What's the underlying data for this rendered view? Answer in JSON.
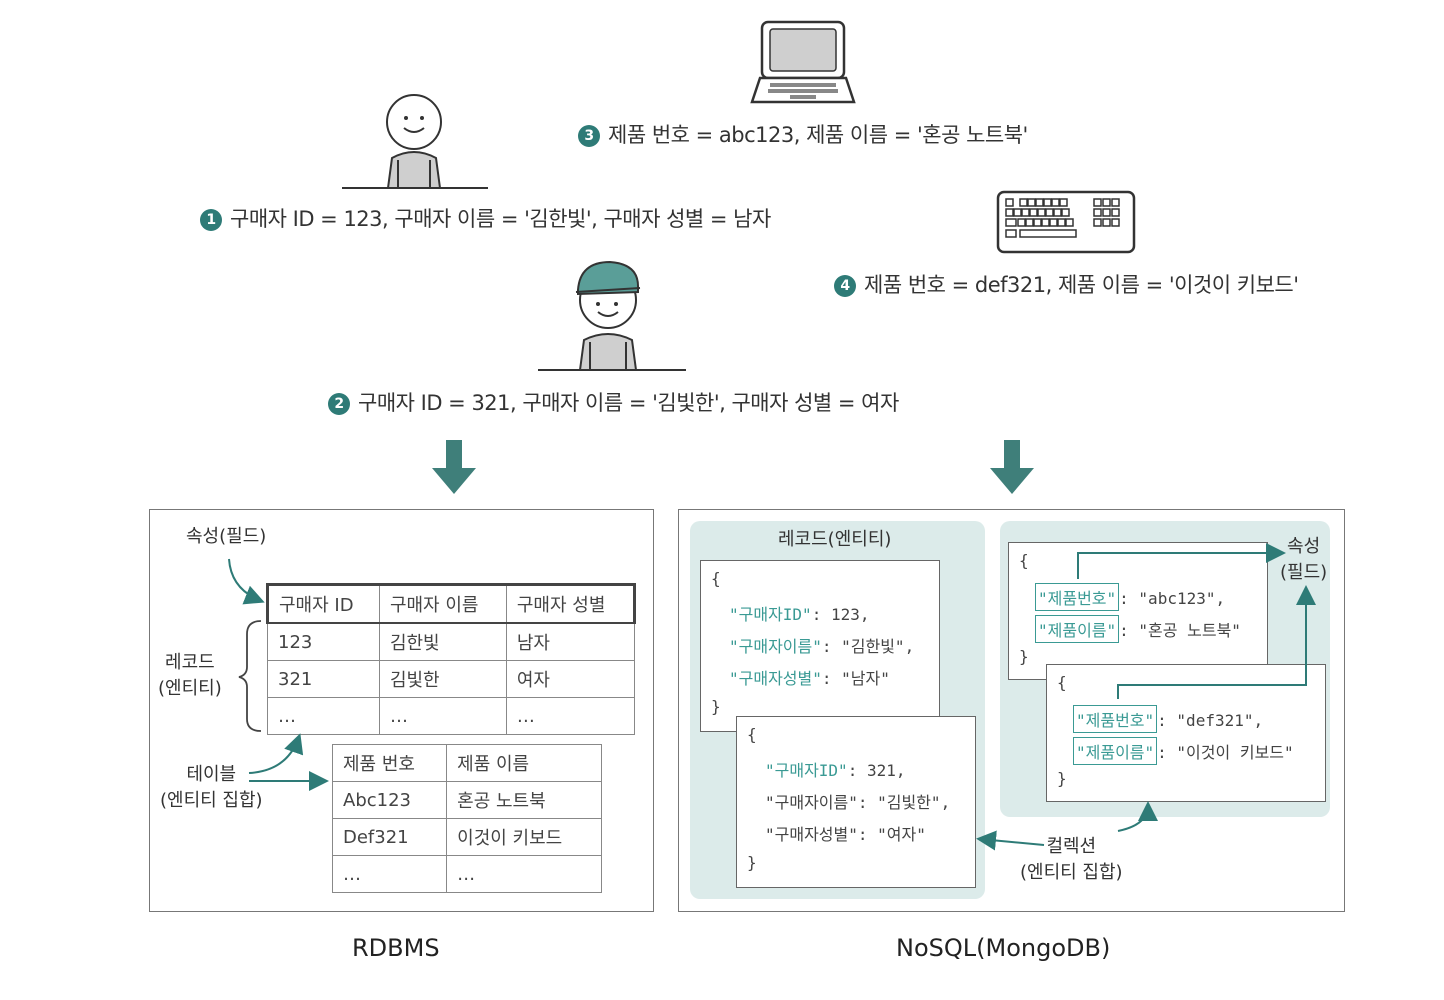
{
  "statements": {
    "s1": {
      "num": "1",
      "text": "구매자 ID = 123, 구매자 이름 = '김한빛', 구매자 성별 = 남자"
    },
    "s2": {
      "num": "2",
      "text": "구매자 ID = 321, 구매자 이름 = '김빛한', 구매자 성별 = 여자"
    },
    "s3": {
      "num": "3",
      "text": "제품 번호 = abc123, 제품 이름 = '혼공 노트북'"
    },
    "s4": {
      "num": "4",
      "text": "제품 번호 = def321, 제품 이름 = '이것이 키보드'"
    }
  },
  "rdbms": {
    "caption": "RDBMS",
    "label_attr": "속성(필드)",
    "label_record": [
      "레코드",
      "(엔티티)"
    ],
    "label_table": [
      "테이블",
      "(엔티티 집합)"
    ],
    "buyer_table": {
      "headers": [
        "구매자 ID",
        "구매자 이름",
        "구매자 성별"
      ],
      "rows": [
        [
          "123",
          "김한빛",
          "남자"
        ],
        [
          "321",
          "김빛한",
          "여자"
        ],
        [
          "…",
          "…",
          "…"
        ]
      ]
    },
    "product_table": {
      "headers": [
        "제품 번호",
        "제품 이름"
      ],
      "rows": [
        [
          "Abc123",
          "혼공 노트북"
        ],
        [
          "Def321",
          "이것이 키보드"
        ],
        [
          "…",
          "…"
        ]
      ]
    }
  },
  "nosql": {
    "caption": "NoSQL(MongoDB)",
    "label_record": "레코드(엔티티)",
    "label_attr": [
      "속성",
      "(필드)"
    ],
    "label_collection": [
      "컬렉션",
      "(엔티티 집합)"
    ],
    "doc1": {
      "open": "{",
      "close": "}",
      "lines": [
        [
          "\"구매자ID\"",
          ": 123,"
        ],
        [
          "\"구매자이름\"",
          ": \"김한빛\","
        ],
        [
          "\"구매자성별\"",
          ": \"남자\""
        ]
      ]
    },
    "doc2": {
      "open": "{",
      "close": "}",
      "lines": [
        [
          "\"구매자ID\"",
          ": 321,"
        ],
        [
          "\"구매자이름\"",
          ": \"김빛한\","
        ],
        [
          "\"구매자성별\"",
          ": \"여자\""
        ]
      ]
    },
    "doc3": {
      "open": "{",
      "close": "}",
      "lines": [
        [
          "\"제품번호\"",
          ": \"abc123\","
        ],
        [
          "\"제품이름\"",
          ": \"혼공 노트북\""
        ]
      ]
    },
    "doc4": {
      "open": "{",
      "close": "}",
      "lines": [
        [
          "\"제품번호\"",
          ": \"def321\","
        ],
        [
          "\"제품이름\"",
          ": \"이것이 키보드\""
        ]
      ]
    }
  },
  "colors": {
    "accent": "#2e7b77",
    "teal_light": "#dcebea",
    "key": "#3a9a94"
  }
}
